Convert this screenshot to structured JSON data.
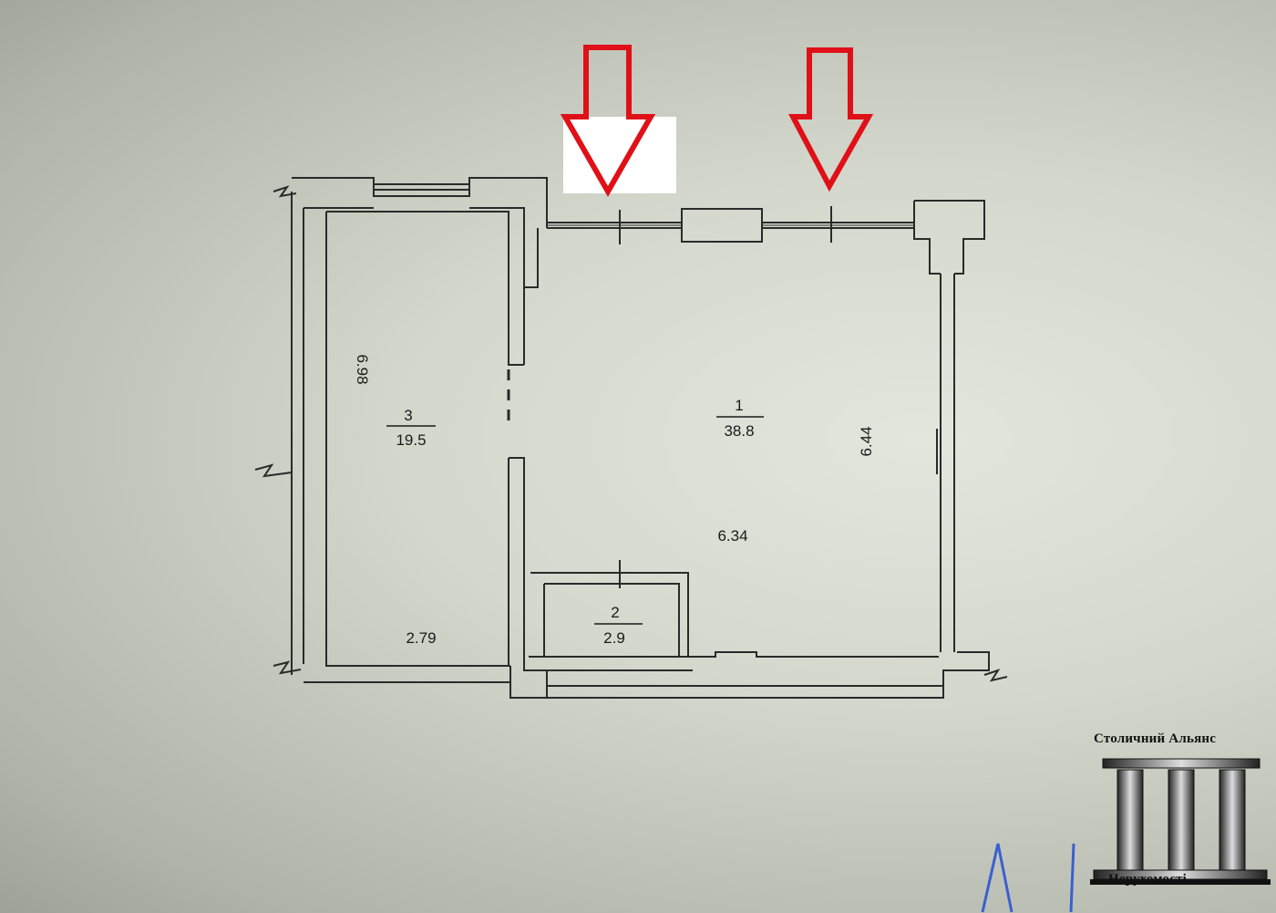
{
  "rooms": [
    {
      "id": "1",
      "area": "38.8"
    },
    {
      "id": "2",
      "area": "2.9"
    },
    {
      "id": "3",
      "area": "19.5"
    }
  ],
  "dimensions": {
    "room3_height": "6.98",
    "room3_width": "2.79",
    "room1_height": "6.44",
    "room1_width": "6.34"
  },
  "logo": {
    "top_text": "Столичний Альянс",
    "bottom_text": "Нерухомості"
  },
  "colors": {
    "arrow": "#e01018",
    "wall": "#2a2a2a",
    "paper": "#d8dcd1"
  },
  "icons": [
    "down-arrow-icon",
    "columns-logo-icon"
  ]
}
